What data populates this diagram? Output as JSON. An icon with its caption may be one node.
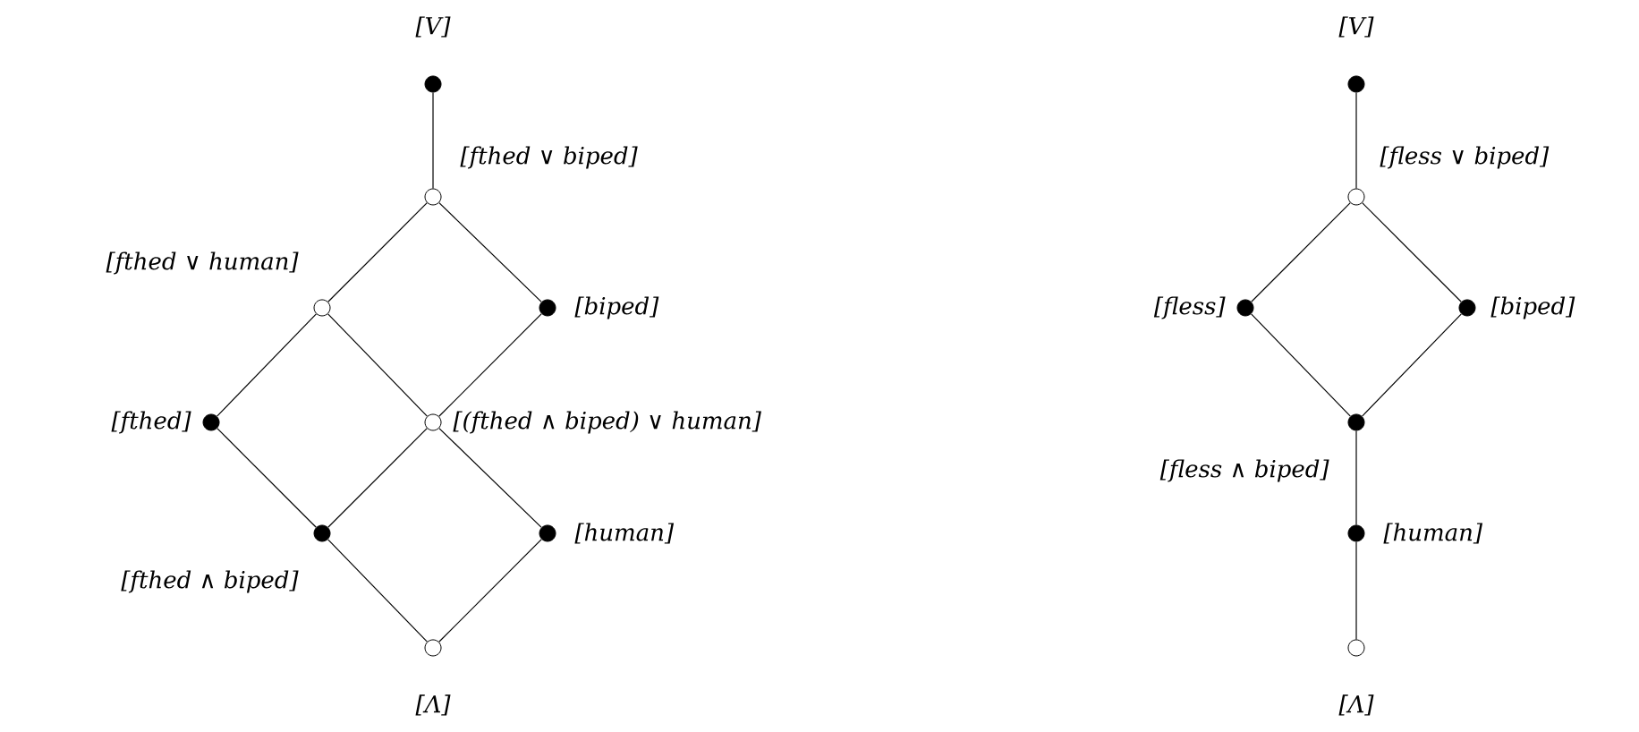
{
  "diagram": {
    "nodes": [
      {
        "text": [],
        "shape": "dot",
        "beside": [
          "[V]"
        ]
      },
      {
        "text": [],
        "shape": "circle",
        "beside": [
          "[fthed ∨ biped]"
        ]
      },
      {
        "text": [],
        "shape": "circle",
        "beside": [
          "[fthed ∨ human]"
        ]
      },
      {
        "text": [],
        "shape": "dot",
        "beside": [
          "[biped]"
        ]
      },
      {
        "text": [],
        "shape": "dot",
        "beside": [
          "[fthed]"
        ]
      },
      {
        "text": [],
        "shape": "circle",
        "beside": [
          "[(fthed ∧ biped) ∨ human]"
        ]
      },
      {
        "text": [],
        "shape": "dot",
        "beside": [
          "[fthed ∧ biped]"
        ]
      },
      {
        "text": [],
        "shape": "dot",
        "beside": [
          "[human]"
        ]
      },
      {
        "text": [],
        "shape": "circle",
        "beside": [
          "[Λ]"
        ]
      },
      {
        "text": [],
        "shape": "dot",
        "beside": [
          "[V]"
        ]
      },
      {
        "text": [],
        "shape": "circle",
        "beside": [
          "[fless ∨ biped]"
        ]
      },
      {
        "text": [],
        "shape": "dot",
        "beside": [
          "[fless]"
        ]
      },
      {
        "text": [],
        "shape": "dot",
        "beside": [
          "[biped]"
        ]
      },
      {
        "text": [],
        "shape": "dot",
        "beside": [
          "[fless ∧ biped]"
        ]
      },
      {
        "text": [],
        "shape": "dot",
        "beside": [
          "[human]"
        ]
      },
      {
        "text": [],
        "shape": "circle",
        "beside": [
          "[Λ]"
        ]
      }
    ],
    "edges": [
      {
        "from": 0,
        "to": 1,
        "arrow": "none"
      },
      {
        "from": 1,
        "to": 2,
        "arrow": "none"
      },
      {
        "from": 1,
        "to": 3,
        "arrow": "none"
      },
      {
        "from": 2,
        "to": 4,
        "arrow": "none"
      },
      {
        "from": 2,
        "to": 5,
        "arrow": "none"
      },
      {
        "from": 3,
        "to": 5,
        "arrow": "none"
      },
      {
        "from": 4,
        "to": 6,
        "arrow": "none"
      },
      {
        "from": 5,
        "to": 6,
        "arrow": "none"
      },
      {
        "from": 5,
        "to": 7,
        "arrow": "none"
      },
      {
        "from": 6,
        "to": 8,
        "arrow": "none"
      },
      {
        "from": 7,
        "to": 8,
        "arrow": "none"
      },
      {
        "from": 9,
        "to": 10,
        "arrow": "none"
      },
      {
        "from": 10,
        "to": 11,
        "arrow": "none"
      },
      {
        "from": 10,
        "to": 12,
        "arrow": "none"
      },
      {
        "from": 11,
        "to": 13,
        "arrow": "none"
      },
      {
        "from": 12,
        "to": 13,
        "arrow": "none"
      },
      {
        "from": 13,
        "to": 14,
        "arrow": "none"
      },
      {
        "from": 14,
        "to": 15,
        "arrow": "none"
      }
    ]
  }
}
